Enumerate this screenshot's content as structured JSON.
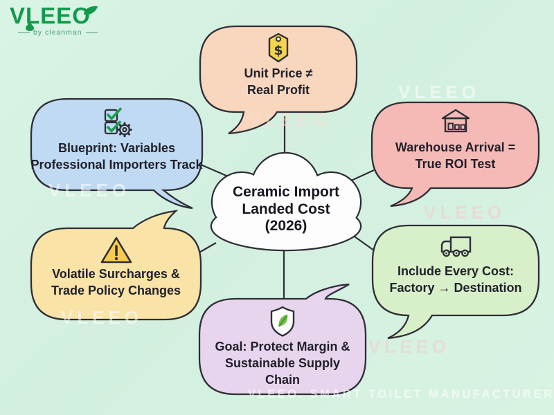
{
  "logo": {
    "brand": "VLEEO",
    "tagline": "by cleanman",
    "brand_color": "#12994a"
  },
  "center": {
    "lines": [
      "Ceramic Import",
      "Landed Cost",
      "(2026)"
    ]
  },
  "bubbles": [
    {
      "id": "unit-price",
      "icon": "price-tag-icon",
      "fill": "#F8D7BE",
      "lines": [
        "Unit Price ≠",
        "Real Profit"
      ]
    },
    {
      "id": "blueprint",
      "icon": "checklist-gear-icon",
      "fill": "#BFDAF2",
      "lines": [
        "Blueprint: Variables",
        "Professional Importers Track"
      ]
    },
    {
      "id": "warehouse",
      "icon": "warehouse-icon",
      "fill": "#F5BAB6",
      "lines": [
        "Warehouse Arrival =",
        "True ROI Test"
      ]
    },
    {
      "id": "surcharges",
      "icon": "warning-icon",
      "fill": "#FAE3A6",
      "lines": [
        "Volatile Surcharges &",
        "Trade Policy Changes"
      ]
    },
    {
      "id": "every-cost",
      "icon": "truck-icon",
      "fill": "#D8F0CA",
      "lines": [
        "Include Every Cost:",
        "Factory → Destination"
      ]
    },
    {
      "id": "goal",
      "icon": "shield-leaf-icon",
      "fill": "#E7D5EE",
      "lines": [
        "Goal: Protect Margin &",
        "Sustainable Supply",
        "Chain"
      ]
    }
  ],
  "watermark": {
    "text": "VLEEO"
  },
  "footer": {
    "text": "VLEEO. SMART TOILET MANUFACTURER"
  },
  "colors": {
    "background": "#d5f1e0",
    "outline": "#2e2e36",
    "cloud": "#fdfdfd",
    "tag_yellow": "#f3d44c",
    "warning_yellow": "#f7cb4d",
    "check_green": "#1e9c4d",
    "leaf_green": "#6fbe47"
  }
}
